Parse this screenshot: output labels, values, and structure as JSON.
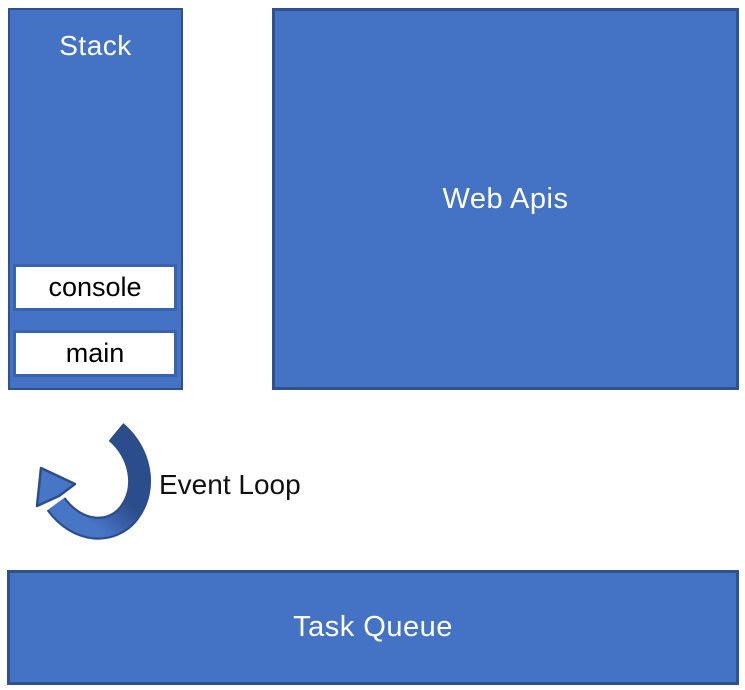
{
  "colors": {
    "background": "#FFFFFF",
    "box_fill": "#4472C4",
    "box_border": "#2F528F",
    "box_text": "#FFFFFF",
    "frame_fill": "#FFFFFF",
    "frame_border": "#3A63AD",
    "frame_text": "#000000",
    "label_text": "#111111",
    "arrow_dark": "#2C4D8C",
    "arrow_light": "#4876C6"
  },
  "stack": {
    "title": "Stack",
    "frames": [
      {
        "label": "console"
      },
      {
        "label": "main"
      }
    ]
  },
  "web_apis": {
    "title": "Web Apis"
  },
  "event_loop": {
    "label": "Event Loop",
    "icon": "curved-arrow-counterclockwise"
  },
  "task_queue": {
    "title": "Task Queue"
  }
}
